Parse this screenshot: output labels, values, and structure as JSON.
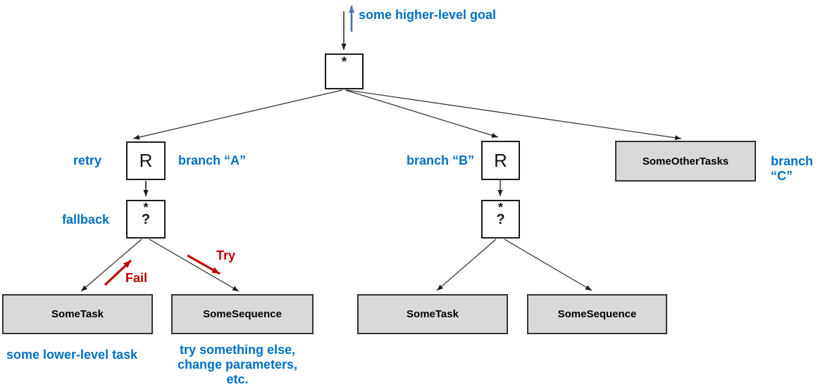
{
  "diagram_title": "behavior tree with retry and fallback branches",
  "colors": {
    "blue_label": "#0071c5",
    "blue_arrow": "#4a72ab",
    "red_label": "#c00000",
    "node_fill_gray": "#d9d9d9",
    "node_border": "#333333",
    "edge_line": "#2b2b2b"
  },
  "annotations": {
    "higher_goal": "some higher-level goal",
    "retry": "retry",
    "fallback": "fallback",
    "branch_a": "branch “A”",
    "branch_b": "branch “B”",
    "branch_c": "branch “C”",
    "fail": "Fail",
    "try": "Try",
    "lower_task": "some lower-level task",
    "try_else": "try something else,\nchange parameters,\netc."
  },
  "nodes": {
    "root": {
      "type": "sequence",
      "star": "*",
      "arrow_icon": "right-arrow"
    },
    "retry_a": {
      "symbol": "R"
    },
    "retry_b": {
      "symbol": "R"
    },
    "fallback_a": {
      "star": "*",
      "question": "?"
    },
    "fallback_b": {
      "star": "*",
      "question": "?"
    },
    "task_a1": {
      "label": "SomeTask"
    },
    "task_a2": {
      "label": "SomeSequence"
    },
    "task_b1": {
      "label": "SomeTask"
    },
    "task_b2": {
      "label": "SomeSequence"
    },
    "other_tasks": {
      "label": "SomeOtherTasks"
    }
  }
}
